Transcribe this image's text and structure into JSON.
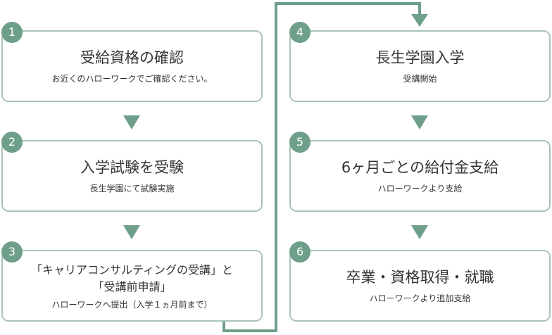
{
  "steps": [
    {
      "number": "1",
      "title": "受給資格の確認",
      "description": "お近くのハローワークでご確認ください。"
    },
    {
      "number": "2",
      "title": "入学試験を受験",
      "description": "長生学園にて試験実施"
    },
    {
      "number": "3",
      "title_line1": "「キャリアコンサルティングの受講」と",
      "title_line2": "「受講前申請」",
      "description": "ハローワークへ提出（入学１ヵ月前まで）"
    },
    {
      "number": "4",
      "title": "長生学園入学",
      "description": "受講開始"
    },
    {
      "number": "5",
      "title": "6ヶ月ごとの給付金支給",
      "description": "ハローワークより支給"
    },
    {
      "number": "6",
      "title": "卒業・資格取得・就職",
      "description": "ハローワークより追加支給"
    }
  ],
  "colors": {
    "accent": "#6e9f8b",
    "box_border": "#a8c6b8",
    "text": "#333333"
  }
}
